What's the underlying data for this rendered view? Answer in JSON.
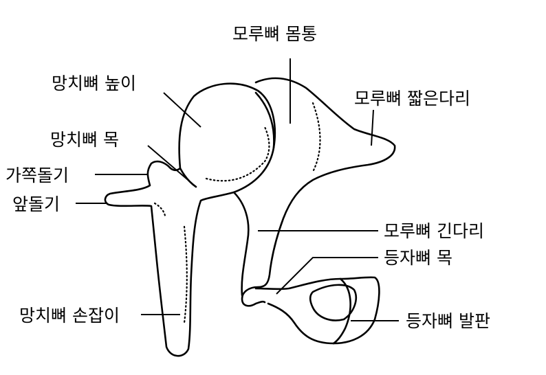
{
  "labels": {
    "incus_body": "모루뼈 몸통",
    "malleus_head": "망치뼈 높이",
    "incus_short_process": "모루뼈 짧은다리",
    "malleus_neck": "망치뼈 목",
    "lateral_process": "가쪽돌기",
    "anterior_process": "앞돌기",
    "incus_long_process": "모루뼈 긴다리",
    "stapes_neck": "등자뼈 목",
    "malleus_handle": "망치뼈 손잡이",
    "stapes_footplate": "등자뼈 발판"
  }
}
